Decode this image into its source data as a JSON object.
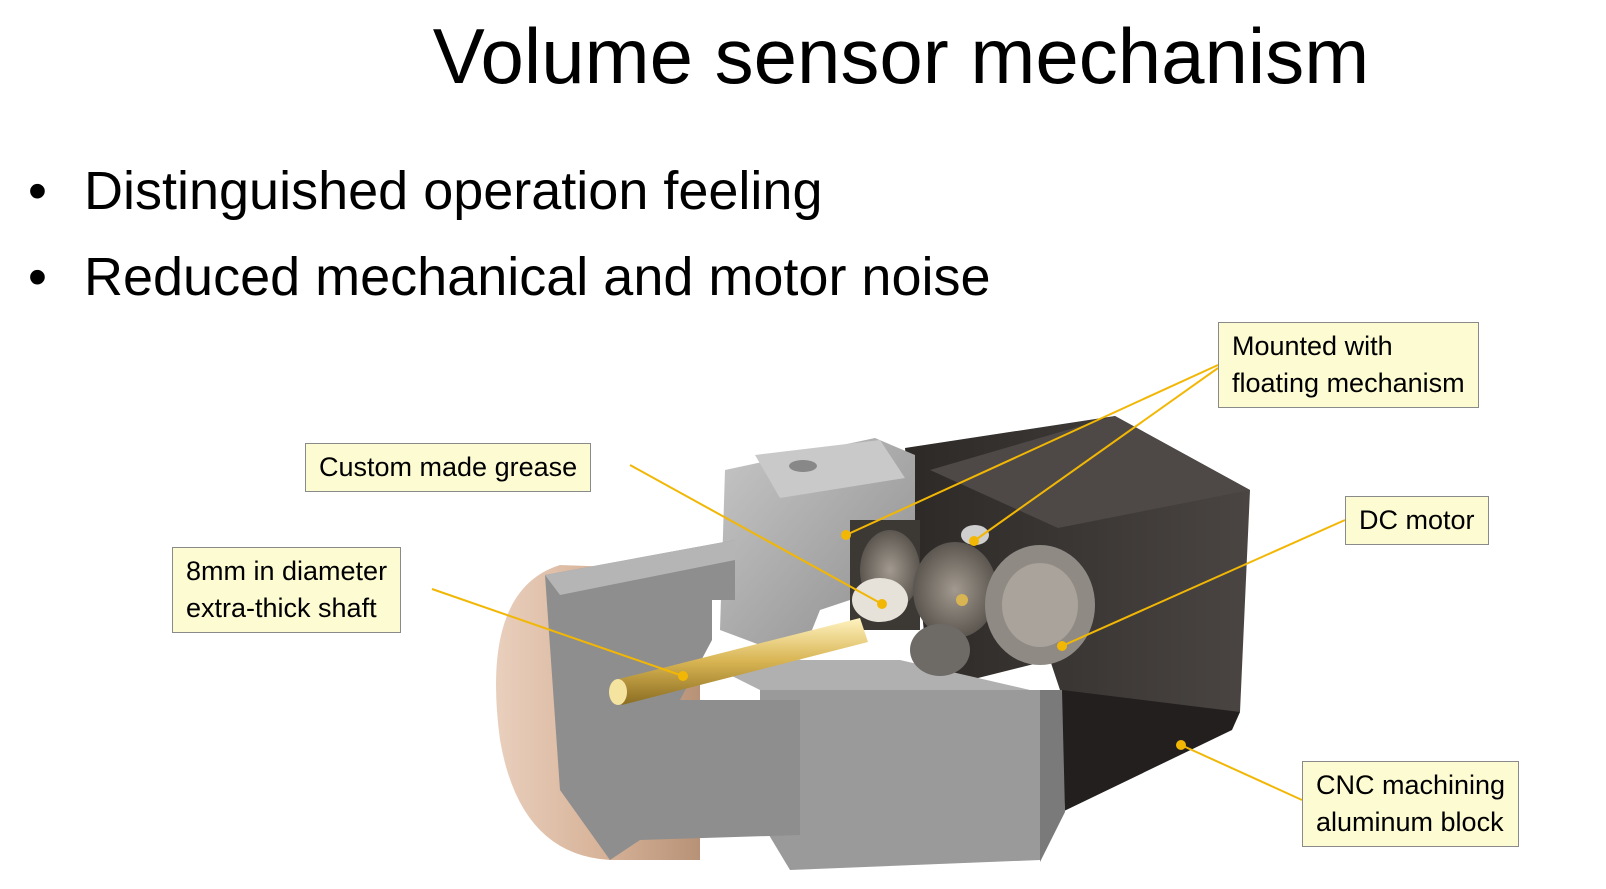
{
  "title": "Volume sensor mechanism",
  "bullets": [
    "Distinguished operation feeling",
    "Reduced mechanical and motor noise"
  ],
  "callouts": {
    "floating": [
      "Mounted with",
      "floating mechanism"
    ],
    "grease": [
      "Custom made grease"
    ],
    "dc_motor": [
      "DC motor"
    ],
    "shaft": [
      "8mm in diameter",
      "extra-thick shaft"
    ],
    "cnc": [
      "CNC machining",
      "aluminum block"
    ]
  },
  "colors": {
    "callout_fill": "#fdfbd2",
    "leader_line": "#f2b705",
    "motor_body": "#3a3634",
    "aluminum": "#a3a3a3",
    "knob": "#d9b8a0",
    "shaft": "#c9a94a"
  }
}
